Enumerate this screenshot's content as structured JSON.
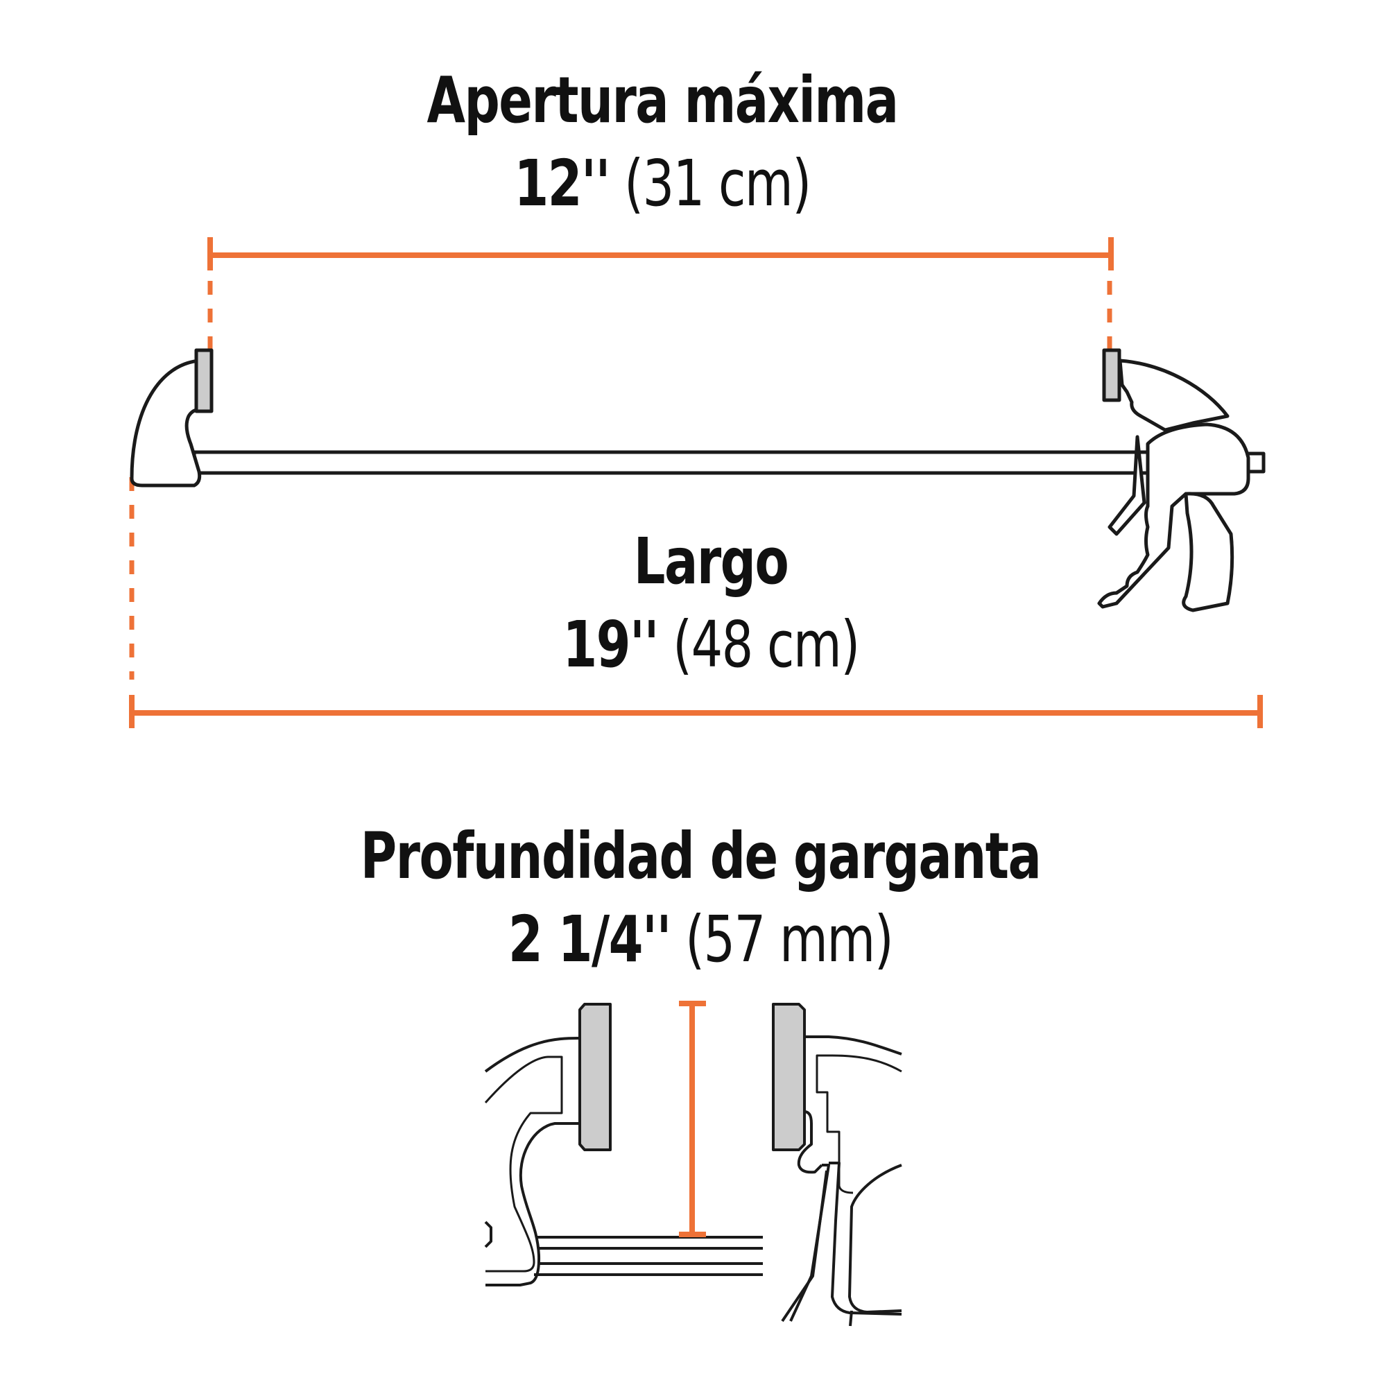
{
  "colors": {
    "dimension_line": "#EE7237",
    "outline": "#1A1A1A",
    "jaw_pad_fill": "#CCCCCC",
    "background": "#FFFFFF"
  },
  "apertura": {
    "title": "Apertura máxima",
    "value_imperial": "12''",
    "value_metric": "(31 cm)"
  },
  "largo": {
    "title": "Largo",
    "value_imperial": "19''",
    "value_metric": "(48 cm)"
  },
  "garganta": {
    "title": "Profundidad de garganta",
    "value_imperial": "2 1/4''",
    "value_metric": "(57 mm)"
  }
}
